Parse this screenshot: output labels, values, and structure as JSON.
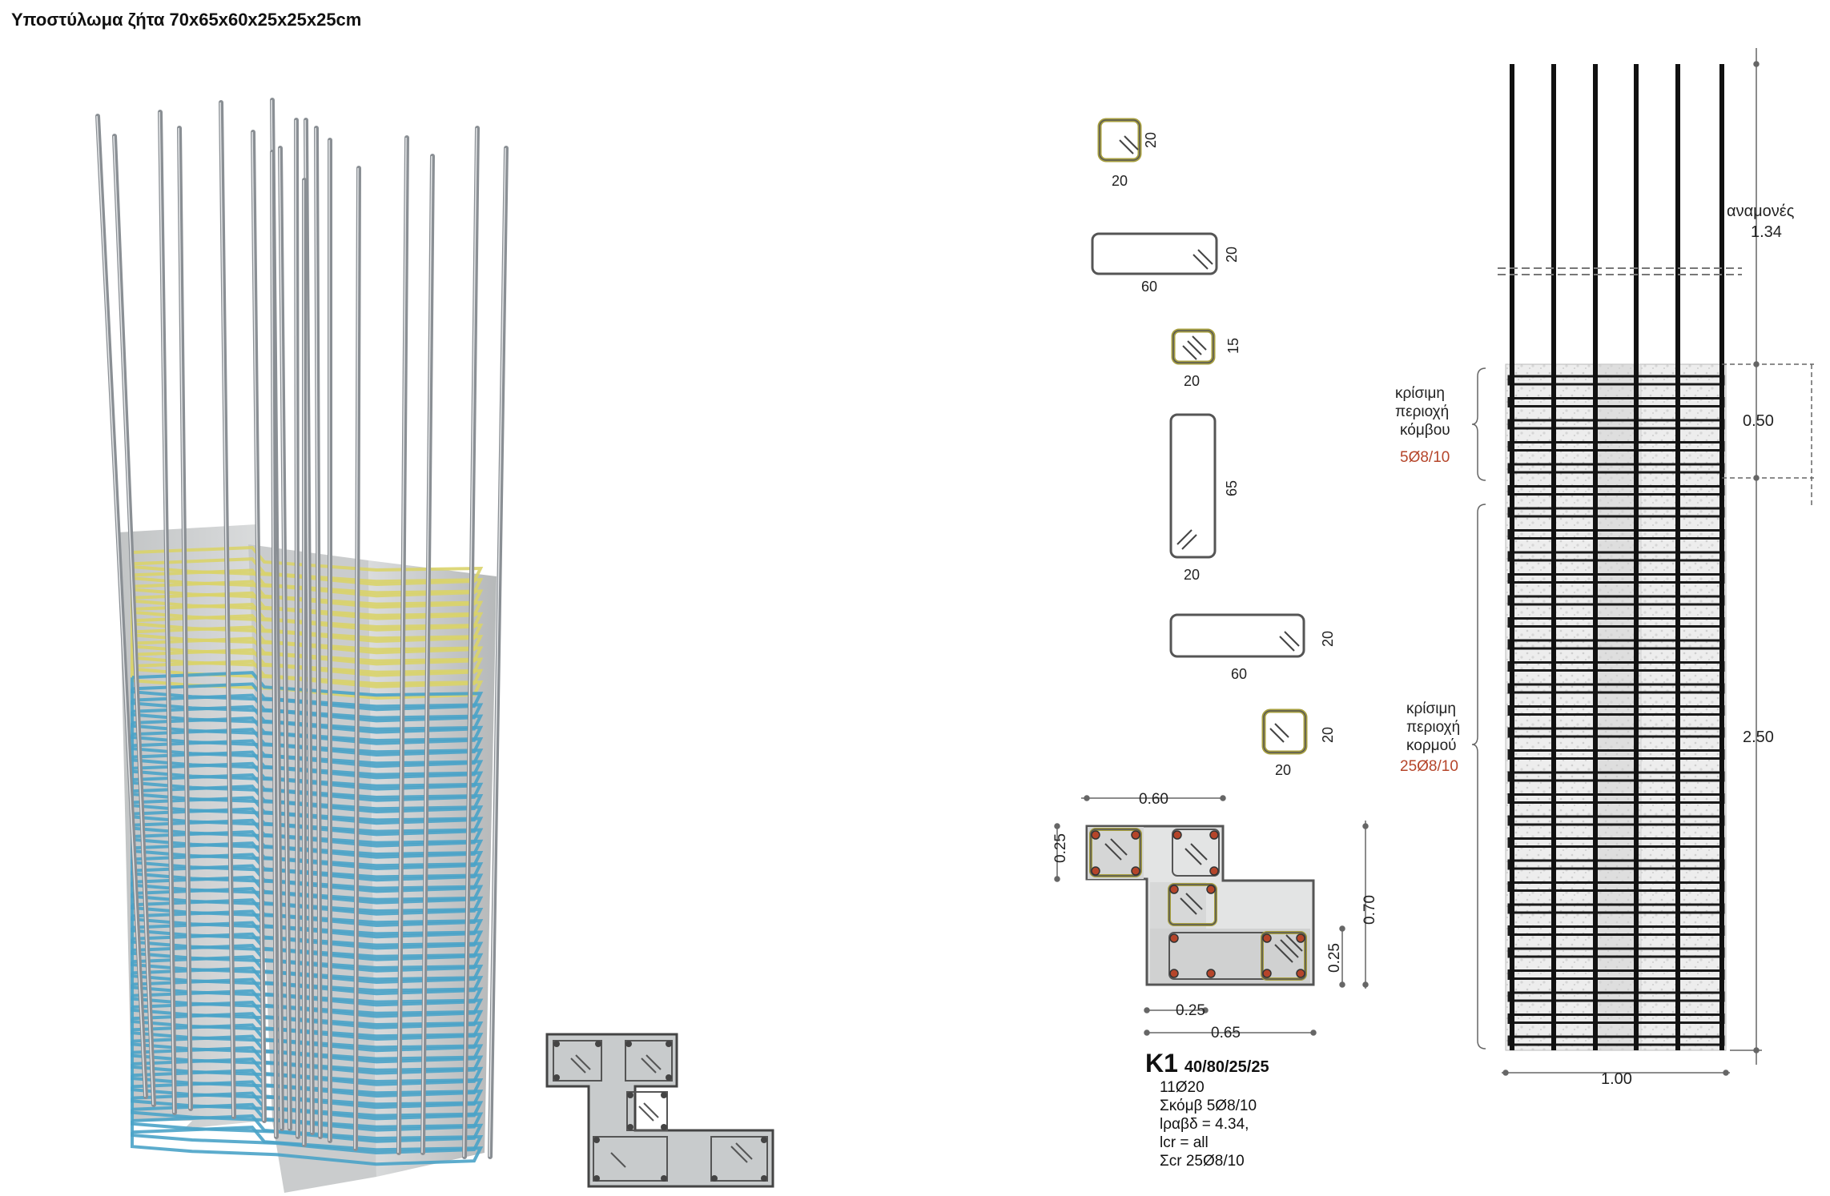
{
  "title": "Υποστύλωμα ζήτα 70x65x60x25x25x25cm",
  "stirrups": [
    {
      "w": "20",
      "h": "20"
    },
    {
      "w": "60",
      "h": "20"
    },
    {
      "w": "20",
      "h": "15"
    },
    {
      "w": "20",
      "h": "65"
    },
    {
      "w": "60",
      "h": "20"
    },
    {
      "w": "20",
      "h": "20"
    }
  ],
  "section_dims": {
    "top_width": "0.60",
    "left_height": "0.25",
    "total_height": "0.70",
    "right_height": "0.25",
    "bottom_short": "0.25",
    "bottom_width": "0.65"
  },
  "k1": {
    "name": "K1",
    "dims": "40/80/25/25",
    "lines": [
      "11Ø20",
      "Σκόμβ 5Ø8/10",
      "lραβδ = 4.34,",
      "lcr = all",
      "Σcr 25Ø8/10"
    ]
  },
  "elevation": {
    "lap_label": "αναμονές",
    "lap_value": "1.34",
    "node_zone_label": [
      "κρίσιμη",
      "περιοχή",
      "κόμβου"
    ],
    "node_zone_stirrups": "5Ø8/10",
    "node_zone_value": "0.50",
    "body_zone_label": [
      "κρίσιμη",
      "περιοχή",
      "κορμού"
    ],
    "body_zone_stirrups": "25Ø8/10",
    "body_zone_value": "2.50",
    "width_value": "1.00"
  },
  "colors": {
    "stirrup_yellow": "#d9d36a",
    "stirrup_blue": "#4aa3c8",
    "concrete": "#c9cbcc",
    "rebar": "#8a8f94",
    "accent_red": "#b5452a",
    "stirrup_icon_yellow": "#a8a040"
  }
}
